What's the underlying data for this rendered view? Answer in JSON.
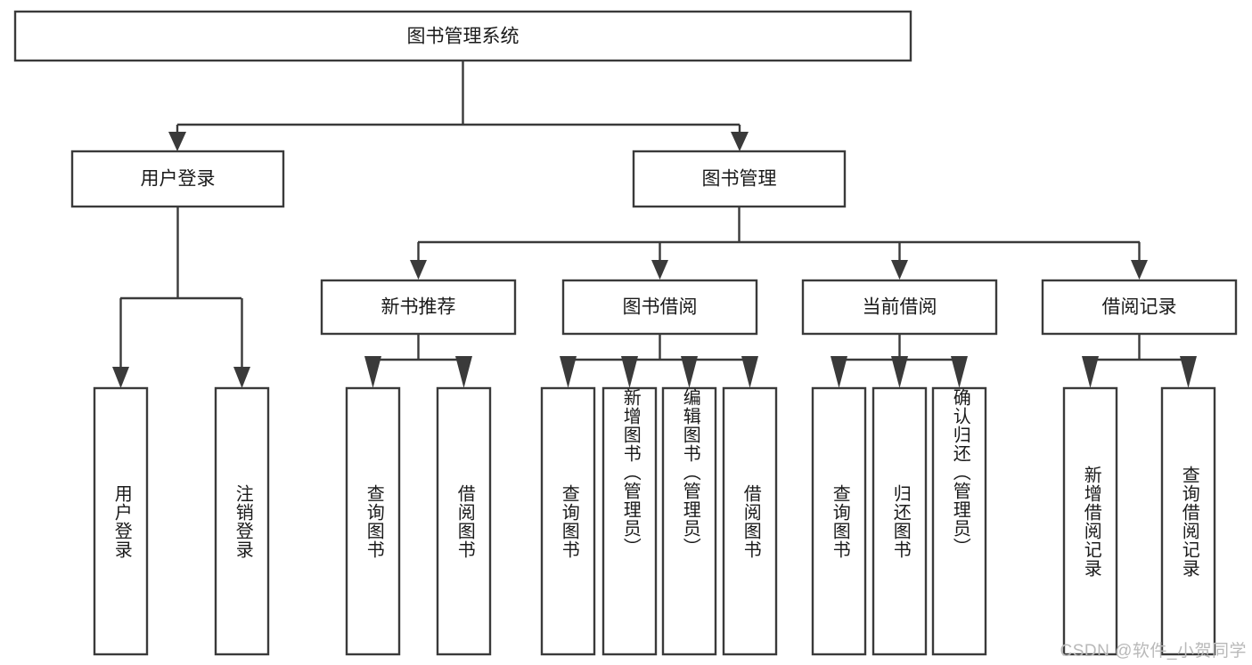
{
  "diagram": {
    "title": "图书管理系统",
    "type": "tree-hierarchy-chart",
    "watermark": "CSDN @软件_小贺同学",
    "colors": {
      "box_stroke": "#3a3a3a",
      "box_fill": "#ffffff",
      "line": "#3a3a3a",
      "text": "#1a1a1a",
      "background": "#ffffff",
      "watermark": "#b9b9b9"
    },
    "root": {
      "label": "图书管理系统"
    },
    "level2": [
      {
        "label": "用户登录"
      },
      {
        "label": "图书管理"
      }
    ],
    "level3": [
      {
        "label": "新书推荐"
      },
      {
        "label": "图书借阅"
      },
      {
        "label": "当前借阅"
      },
      {
        "label": "借阅记录"
      }
    ],
    "leaves": {
      "user_login": [
        {
          "label": "用户登录"
        },
        {
          "label": "注销登录"
        }
      ],
      "new_book_recommend": [
        {
          "label": "查询图书"
        },
        {
          "label": "借阅图书"
        }
      ],
      "book_borrow": [
        {
          "label": "查询图书"
        },
        {
          "label": "新增图书（管理员）"
        },
        {
          "label": "编辑图书（管理员）"
        },
        {
          "label": "借阅图书"
        }
      ],
      "current_borrow": [
        {
          "label": "查询图书"
        },
        {
          "label": "归还图书"
        },
        {
          "label": "确认归还（管理员）"
        }
      ],
      "borrow_records": [
        {
          "label": "新增借阅记录"
        },
        {
          "label": "查询借阅记录"
        }
      ]
    }
  }
}
